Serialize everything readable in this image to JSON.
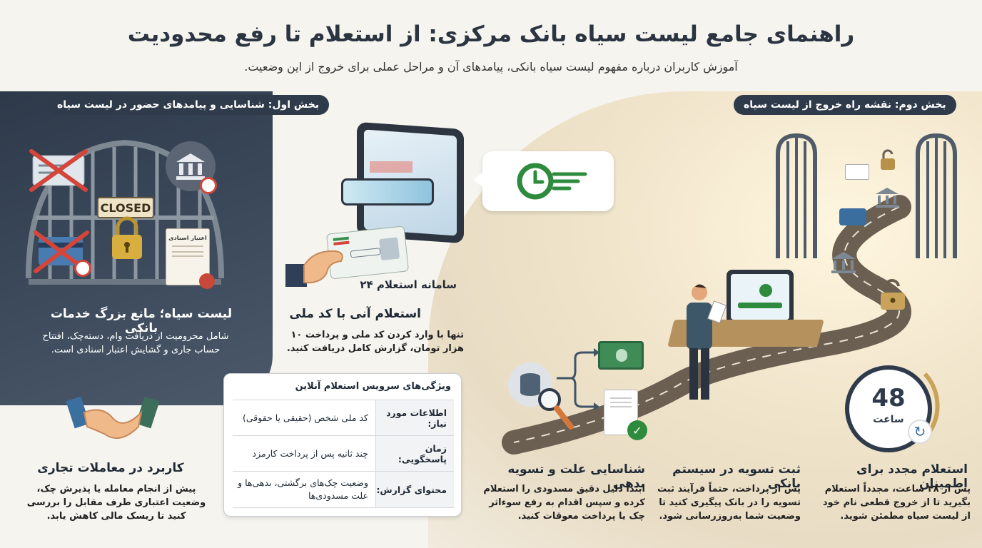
{
  "header": {
    "title": "راهنمای جامع لیست سیاه بانک مرکزی: از استعلام تا رفع محدودیت",
    "subtitle": "آموزش کاربران درباره مفهوم لیست سیاه بانکی، پیامدهای آن و مراحل عملی برای خروج از این وضعیت."
  },
  "section1": {
    "pill": "بخش اول: شناسایی و پیامدهای حضور در لیست سیاه",
    "closed_sign": "CLOSED",
    "doc_label": "اعتبار اسنادی",
    "heading": "لیست سیاه؛ مانع بزرگ خدمات بانکی",
    "body": "شامل محرومیت از دریافت وام، دسته‌چک، افتتاح حساب جاری و گشایش اعتبار اسنادی است.",
    "business_heading": "کاربرد در معاملات تجاری",
    "business_body": "پیش از انجام معامله یا پذیرش چک، وضعیت اعتباری طرف مقابل را بررسی کنید تا ریسک مالی کاهش یابد."
  },
  "inquiry": {
    "system_name": "سامانه استعلام ۲۴",
    "heading": "استعلام آنی با کد ملی",
    "body": "تنها با وارد کردن کد ملی و پرداخت ۱۰ هزار تومان، گزارش کامل دریافت کنید."
  },
  "features_table": {
    "title": "ویژگی‌های سرویس استعلام آنلاین",
    "rows": [
      {
        "key": "اطلاعات مورد نیاز:",
        "value": "کد ملی شخص (حقیقی یا حقوقی)"
      },
      {
        "key": "زمان پاسخگویی:",
        "value": "چند ثانیه پس از پرداخت کارمزد"
      },
      {
        "key": "محتوای گزارش:",
        "value": "وضعیت چک‌های برگشتی، بدهی‌ها و علت مسدودی‌ها"
      }
    ]
  },
  "section2": {
    "pill": "بخش دوم: نقشه راه خروج از لیست سیاه",
    "steps": [
      {
        "heading": "شناسایی علت و تسویه بدهی",
        "body": "ابتدا دلیل دقیق مسدودی را استعلام کرده و سپس اقدام به رفع سوءاثر چک یا پرداخت معوقات کنید."
      },
      {
        "heading": "ثبت تسویه در سیستم بانکی",
        "body": "پس از پرداخت، حتماً فرآیند ثبت تسویه را در بانک پیگیری کنید تا وضعیت شما به‌روزرسانی شود."
      },
      {
        "heading": "استعلام مجدد برای اطمینان",
        "body": "پس از ۴۸ ساعت، مجدداً استعلام بگیرید تا از خروج قطعی نام خود از لیست سیاه مطمئن شوید."
      }
    ],
    "timer_value": "48",
    "timer_unit": "ساعت"
  },
  "colors": {
    "navy": "#2f3b4b",
    "green": "#2e8b3e",
    "gold": "#c9a35a",
    "red": "#d4453a"
  }
}
